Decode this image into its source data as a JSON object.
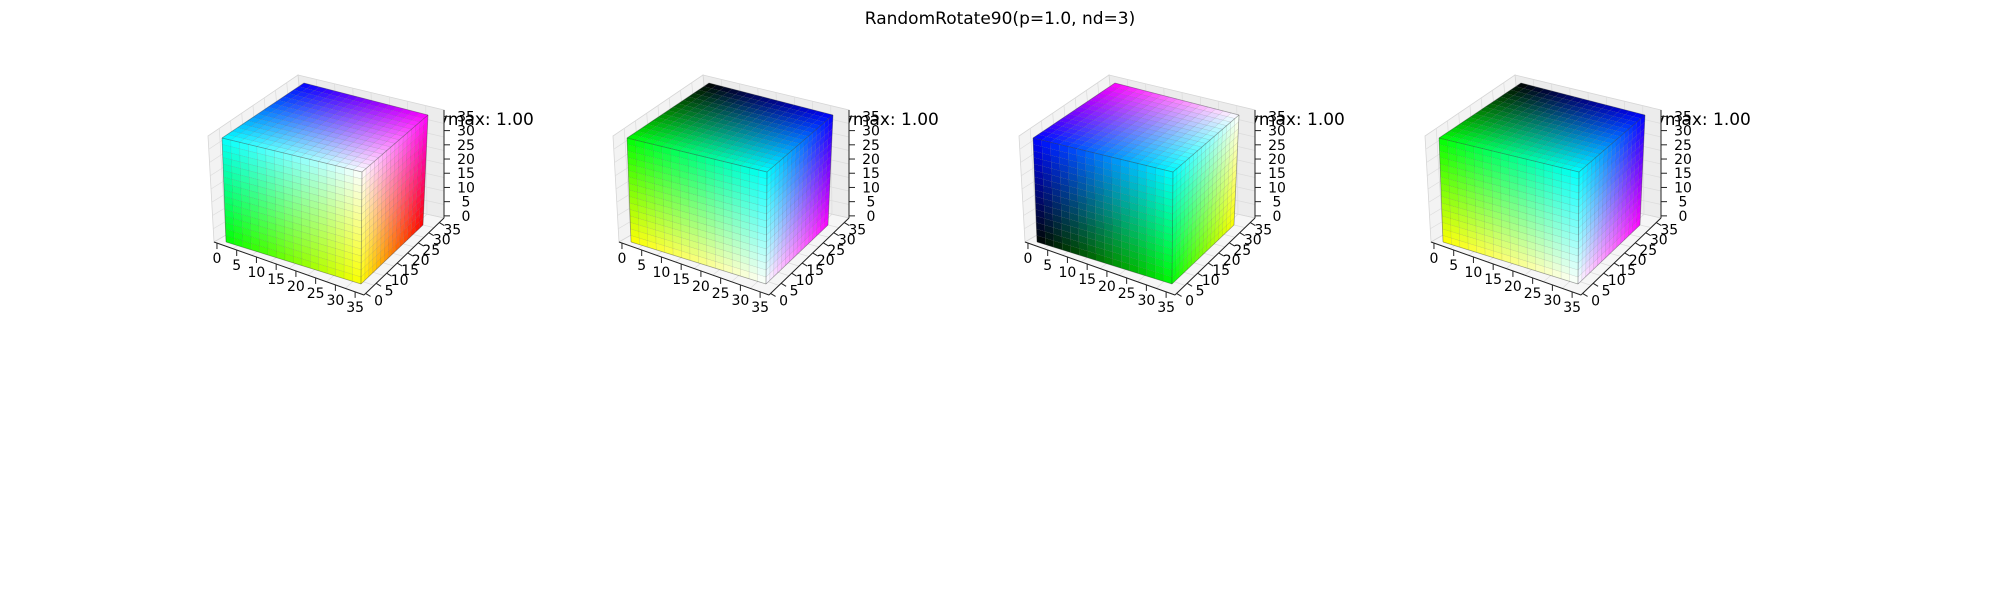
{
  "figure": {
    "suptitle": "RandomRotate90(p=1.0, nd=3)"
  },
  "chart_data": [
    {
      "type": "3d-voxel-cube",
      "title": "vmin: 0.00 | vmax: 1.00",
      "x_ticks": [
        "0",
        "5",
        "10",
        "15",
        "20",
        "25",
        "30",
        "35"
      ],
      "y_ticks": [
        "0",
        "5",
        "10",
        "15",
        "20",
        "25",
        "30",
        "35"
      ],
      "z_ticks": [
        "0",
        "5",
        "10",
        "15",
        "20",
        "25",
        "30",
        "35"
      ],
      "xlim": [
        0,
        36
      ],
      "ylim": [
        0,
        36
      ],
      "zlim": [
        0,
        36
      ],
      "grid": true,
      "face_colors": {
        "top": {
          "front_left": "#00ffff",
          "front_right": "#ffffff",
          "back_left": "#0000ff",
          "back_right": "#ff00ff"
        },
        "front": {
          "top_left": "#00ffff",
          "top_right": "#ffffff",
          "bottom_left": "#00ff00",
          "bottom_right": "#ffff00"
        },
        "right": {
          "top_left": "#ffffff",
          "top_right": "#ff00ff",
          "bottom_left": "#ffff00",
          "bottom_right": "#ff0000"
        }
      }
    },
    {
      "type": "3d-voxel-cube",
      "title": "vmin: 0.00 | vmax: 1.00",
      "x_ticks": [
        "0",
        "5",
        "10",
        "15",
        "20",
        "25",
        "30",
        "35"
      ],
      "y_ticks": [
        "0",
        "5",
        "10",
        "15",
        "20",
        "25",
        "30",
        "35"
      ],
      "z_ticks": [
        "0",
        "5",
        "10",
        "15",
        "20",
        "25",
        "30",
        "35"
      ],
      "xlim": [
        0,
        36
      ],
      "ylim": [
        0,
        36
      ],
      "zlim": [
        0,
        36
      ],
      "grid": true,
      "face_colors": {
        "top": {
          "front_left": "#00ff00",
          "front_right": "#00ffff",
          "back_left": "#000000",
          "back_right": "#0000ff"
        },
        "front": {
          "top_left": "#00ff00",
          "top_right": "#00ffff",
          "bottom_left": "#ffff00",
          "bottom_right": "#ffffff"
        },
        "right": {
          "top_left": "#00ffff",
          "top_right": "#0000ff",
          "bottom_left": "#ffffff",
          "bottom_right": "#ff00ff"
        }
      }
    },
    {
      "type": "3d-voxel-cube",
      "title": "vmin: 0.00 | vmax: 1.00",
      "x_ticks": [
        "0",
        "5",
        "10",
        "15",
        "20",
        "25",
        "30",
        "35"
      ],
      "y_ticks": [
        "0",
        "5",
        "10",
        "15",
        "20",
        "25",
        "30",
        "35"
      ],
      "z_ticks": [
        "0",
        "5",
        "10",
        "15",
        "20",
        "25",
        "30",
        "35"
      ],
      "xlim": [
        0,
        36
      ],
      "ylim": [
        0,
        36
      ],
      "zlim": [
        0,
        36
      ],
      "grid": true,
      "face_colors": {
        "top": {
          "front_left": "#0000ff",
          "front_right": "#00ffff",
          "back_left": "#ff00ff",
          "back_right": "#ffffff"
        },
        "front": {
          "top_left": "#0000ff",
          "top_right": "#00ffff",
          "bottom_left": "#000000",
          "bottom_right": "#00ff00"
        },
        "right": {
          "top_left": "#00ffff",
          "top_right": "#ffffff",
          "bottom_left": "#00ff00",
          "bottom_right": "#ffff00"
        }
      }
    },
    {
      "type": "3d-voxel-cube",
      "title": "vmin: 0.00 | vmax: 1.00",
      "x_ticks": [
        "0",
        "5",
        "10",
        "15",
        "20",
        "25",
        "30",
        "35"
      ],
      "y_ticks": [
        "0",
        "5",
        "10",
        "15",
        "20",
        "25",
        "30",
        "35"
      ],
      "z_ticks": [
        "0",
        "5",
        "10",
        "15",
        "20",
        "25",
        "30",
        "35"
      ],
      "xlim": [
        0,
        36
      ],
      "ylim": [
        0,
        36
      ],
      "zlim": [
        0,
        36
      ],
      "grid": true,
      "face_colors": {
        "top": {
          "front_left": "#00ff00",
          "front_right": "#00ffff",
          "back_left": "#000000",
          "back_right": "#0000ff"
        },
        "front": {
          "top_left": "#00ff00",
          "top_right": "#00ffff",
          "bottom_left": "#ffff00",
          "bottom_right": "#ffffff"
        },
        "right": {
          "top_left": "#00ffff",
          "top_right": "#0000ff",
          "bottom_left": "#ffffff",
          "bottom_right": "#ff00ff"
        }
      }
    }
  ]
}
